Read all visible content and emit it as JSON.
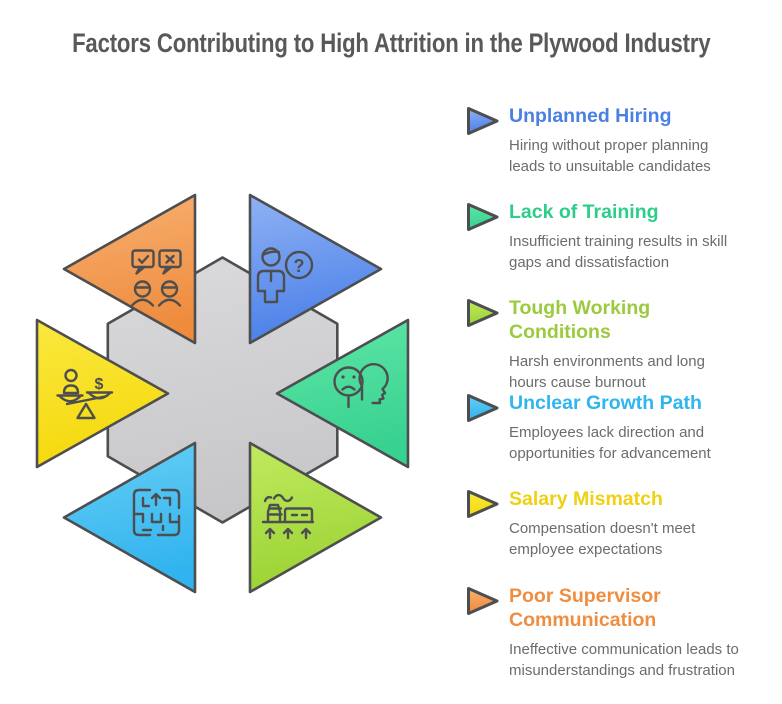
{
  "title": "Factors Contributing to High Attrition in the Plywood Industry",
  "colors": {
    "background": "#ffffff",
    "title_text": "#58595b",
    "description_text": "#6b6c6e",
    "outline": "#4d4e50",
    "hexagon_light": "#dadadc",
    "hexagon_dark": "#c7c7ca"
  },
  "diagram": {
    "hexagon": {
      "name": "central-hexagon"
    },
    "segments": [
      {
        "name": "unplanned-hiring",
        "position": "top-right",
        "icon": "person-question-icon",
        "fill_light": "#8fb2f3",
        "fill_dark": "#4b80e9"
      },
      {
        "name": "lack-of-training",
        "position": "right",
        "icon": "dissatisfied-head-icon",
        "fill_light": "#5fe6a6",
        "fill_dark": "#37d190"
      },
      {
        "name": "tough-working-conditions",
        "position": "bottom-right",
        "icon": "factory-icon",
        "fill_light": "#c1ea5f",
        "fill_dark": "#9bd334"
      },
      {
        "name": "unclear-growth-path",
        "position": "bottom-left",
        "icon": "maze-arrow-icon",
        "fill_light": "#67cff5",
        "fill_dark": "#30b3ee"
      },
      {
        "name": "salary-mismatch",
        "position": "left",
        "icon": "salary-balance-icon",
        "fill_light": "#fae83f",
        "fill_dark": "#f5d90d"
      },
      {
        "name": "poor-supervisor-communication",
        "position": "top-left",
        "icon": "feedback-conflict-icon",
        "fill_light": "#f8b172",
        "fill_dark": "#ee8b3d"
      }
    ]
  },
  "legend": {
    "items": [
      {
        "label": "Unplanned Hiring",
        "description": "Hiring without proper planning\nleads to unsuitable candidates",
        "color": "#4a80e4"
      },
      {
        "label": "Lack of Training",
        "description": "Insufficient training results in skill\ngaps and dissatisfaction",
        "color": "#2ecd8a"
      },
      {
        "label": "Tough Working Conditions",
        "description": "Harsh environments and long\nhours cause burnout",
        "color": "#9bca3e"
      },
      {
        "label": "Unclear Growth Path",
        "description": "Employees lack direction and\nopportunities for advancement",
        "color": "#2fb6ef"
      },
      {
        "label": "Salary Mismatch",
        "description": "Compensation doesn't meet\nemployee expectations",
        "color": "#eed111"
      },
      {
        "label": "Poor Supervisor\nCommunication",
        "description": "Ineffective communication leads to\nmisunderstandings and frustration",
        "color": "#ef8e40"
      }
    ]
  }
}
